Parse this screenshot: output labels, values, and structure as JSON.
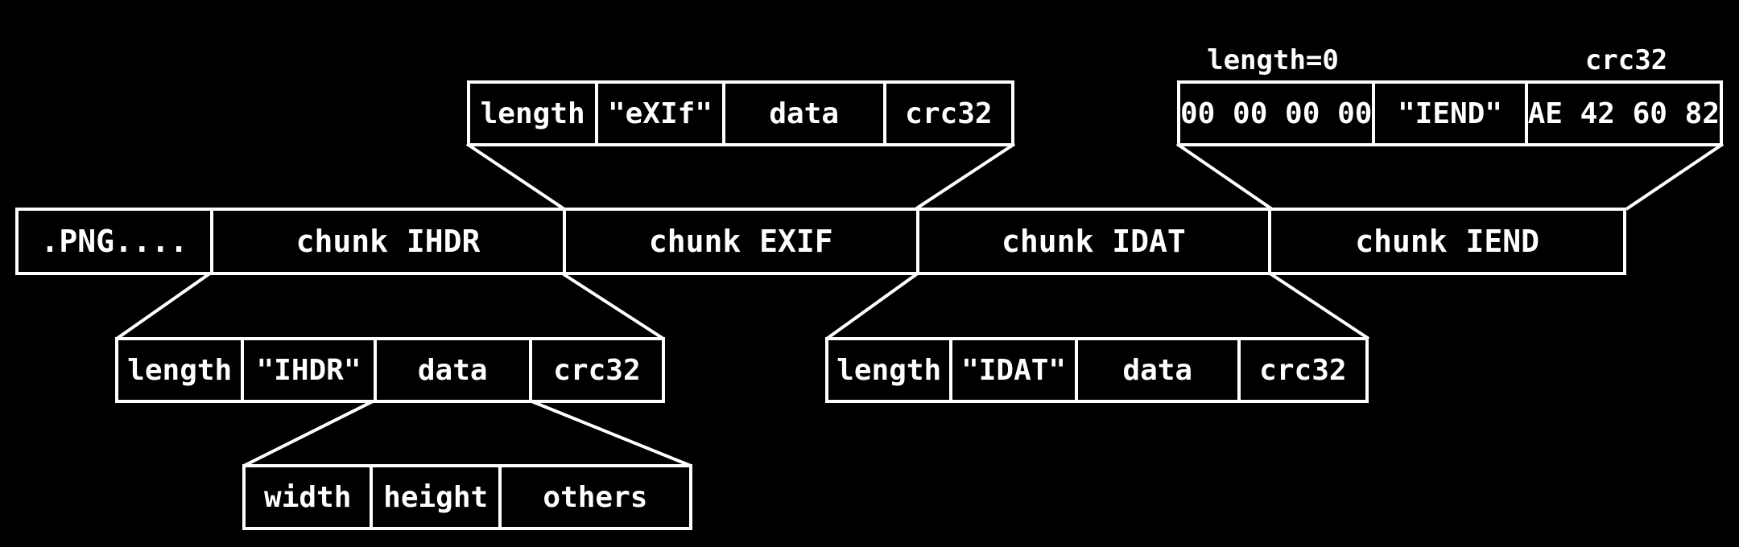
{
  "colors": {
    "background": "#000000",
    "foreground": "#ffffff"
  },
  "annotations": {
    "iend_length_label": "length=0",
    "iend_crc_label": "crc32"
  },
  "file_row": {
    "signature": ".PNG....",
    "chunk_ihdr": "chunk IHDR",
    "chunk_exif": "chunk EXIF",
    "chunk_idat": "chunk IDAT",
    "chunk_iend": "chunk IEND"
  },
  "exif_chunk_detail": {
    "cells": [
      "length",
      "\"eXIf\"",
      "data",
      "crc32"
    ]
  },
  "iend_chunk_detail": {
    "cells": [
      "00 00 00 00",
      "\"IEND\"",
      "AE 42 60 82"
    ]
  },
  "ihdr_chunk_detail": {
    "cells": [
      "length",
      "\"IHDR\"",
      "data",
      "crc32"
    ]
  },
  "idat_chunk_detail": {
    "cells": [
      "length",
      "\"IDAT\"",
      "data",
      "crc32"
    ]
  },
  "ihdr_data_detail": {
    "cells": [
      "width",
      "height",
      "others"
    ]
  }
}
